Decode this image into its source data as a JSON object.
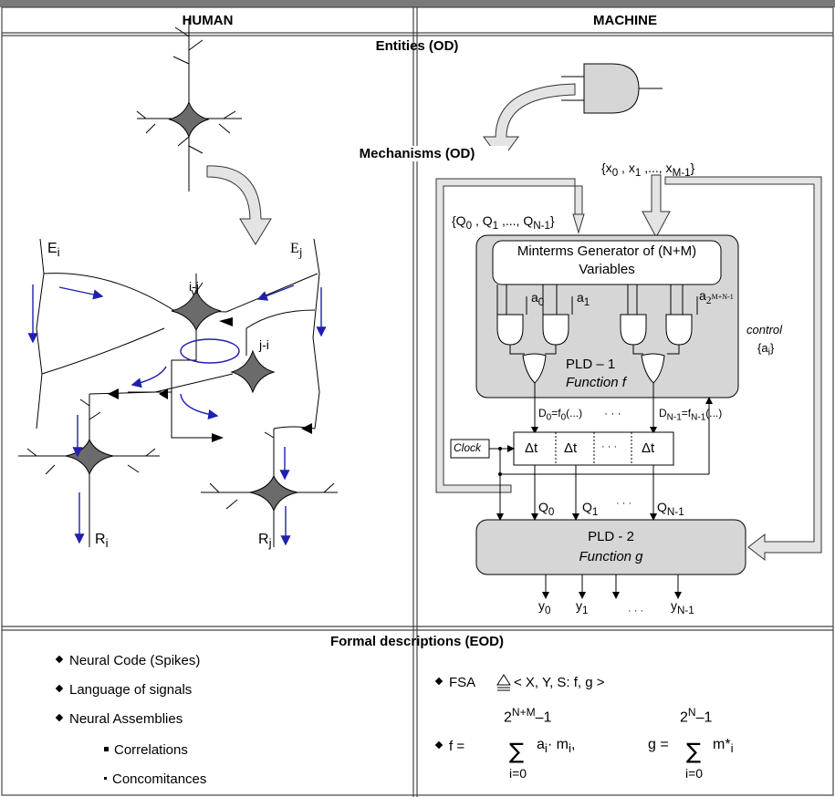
{
  "columns": {
    "left": "HUMAN",
    "right": "MACHINE"
  },
  "sections": {
    "entities": "Entities (OD)",
    "mechanisms": "Mechanisms (OD)",
    "formal": "Formal descriptions  (EOD)"
  },
  "human": {
    "labels": {
      "ei": "E",
      "ei_sub": "i",
      "ej": "E",
      "ej_sub": "j",
      "ij": "i-j",
      "ji": "j-i",
      "ri": "R",
      "ri_sub": "i",
      "rj": "R",
      "rj_sub": "j"
    },
    "bullets": [
      "Neural Code (Spikes)",
      "Language of signals",
      "Neural Assemblies"
    ],
    "sub_bullets": [
      "Correlations",
      "Concomitances"
    ]
  },
  "machine": {
    "x_set": "{x",
    "q_set": "{Q",
    "minterms": [
      "Minterms Generator of (N+M)",
      "Variables"
    ],
    "coeffs": {
      "a0": "a",
      "a0_sub": "0",
      "a1": "a",
      "a1_sub": "1",
      "an": "a",
      "an_sub": "2",
      "an_sup": "M+N-1"
    },
    "pld1": {
      "title": "PLD – 1",
      "func": "Function  f"
    },
    "control": "control",
    "control_set": "{a",
    "d0": "D",
    "dn": "D",
    "clock": "Clock",
    "delay": "Δt",
    "dots": "· · ·",
    "pld2": {
      "title": "PLD - 2",
      "func": "Function  g"
    },
    "outputs": [
      "y",
      "y",
      "y"
    ],
    "formal": {
      "fsa_prefix": "FSA",
      "fsa_rest": "< X, Y, S: f, g >",
      "f_eq": "f =",
      "g_eq": "g ="
    }
  }
}
